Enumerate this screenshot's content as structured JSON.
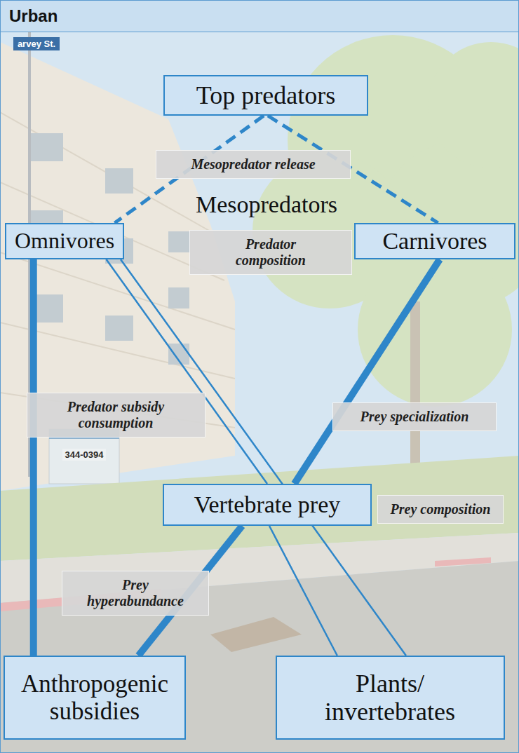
{
  "diagram": {
    "nodes": [
      {
        "text": [
          "Urban"
        ]
      },
      {
        "text": [
          "Top predators"
        ]
      },
      {
        "text": [
          "Omnivores"
        ]
      },
      {
        "text": [
          "Carnivores"
        ]
      },
      {
        "text": [
          "Vertebrate prey"
        ]
      },
      {
        "text": [
          "Anthropogenic subsidies"
        ]
      },
      {
        "text": [
          "Plants/ invertebrates"
        ]
      }
    ],
    "edges": [
      {
        "from": 1,
        "to": 2,
        "arrow": "none"
      },
      {
        "from": 1,
        "to": 3,
        "arrow": "none"
      },
      {
        "from": 2,
        "to": 5,
        "arrow": "none"
      },
      {
        "from": 2,
        "to": 4,
        "arrow": "none"
      },
      {
        "from": 2,
        "to": 6,
        "arrow": "none"
      },
      {
        "from": 3,
        "to": 4,
        "arrow": "none"
      },
      {
        "from": 4,
        "to": 5,
        "arrow": "none"
      },
      {
        "from": 4,
        "to": 6,
        "arrow": "none"
      }
    ],
    "labels": [
      "Mesopredator release",
      "Mesopredators",
      "Predator composition",
      "Predator subsidy consumption",
      "Prey specialization",
      "Prey composition",
      "Prey hyperabundance",
      "arvey St.",
      "344-0394"
    ]
  }
}
